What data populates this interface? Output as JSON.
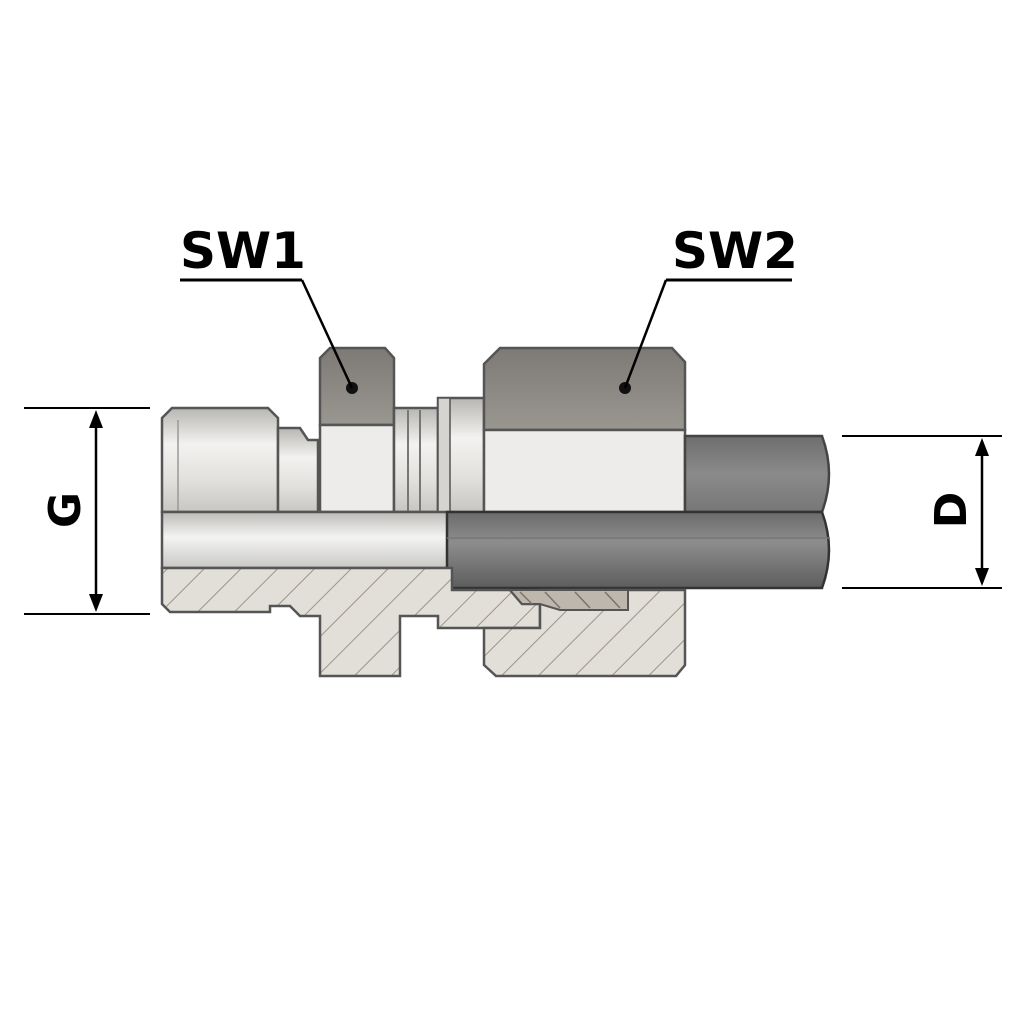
{
  "labels": {
    "sw1": "SW1",
    "sw2": "SW2",
    "g": "G",
    "d": "D"
  },
  "colors": {
    "outline": "#555555",
    "hex_dark": "#8a8782",
    "hex_light": "#ecebe8",
    "metal_light": "#e6e5e2",
    "metal_mid": "#c9c7c3",
    "section_fill": "#e2ded8",
    "hatch": "#9a948c",
    "tube_dark": "#5a5a5a",
    "tube_mid": "#8e8e8e",
    "dimension_line": "#000000"
  }
}
